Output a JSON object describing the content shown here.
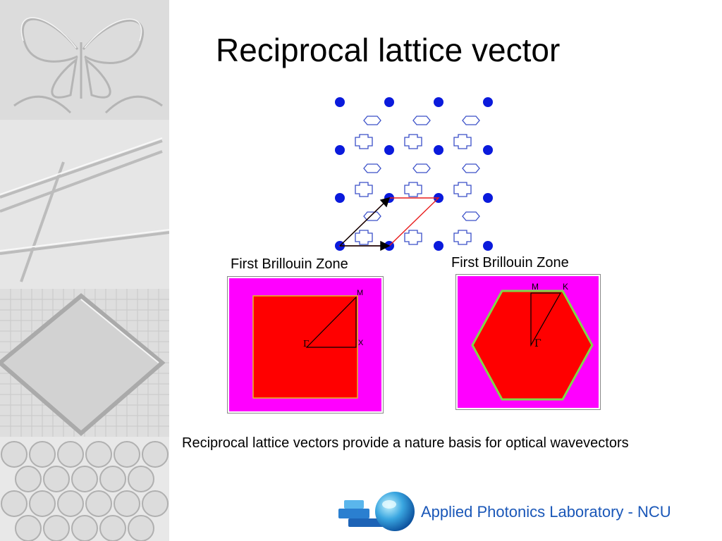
{
  "slide": {
    "title": "Reciprocal lattice vector",
    "body": "Reciprocal lattice vectors provide a nature basis for optical wavevectors",
    "footer": "Applied Photonics Laboratory - NCU"
  },
  "square_zone": {
    "caption": "First Brillouin Zone",
    "labels": {
      "gamma": "Γ",
      "m": "M",
      "x": "X"
    }
  },
  "hex_zone": {
    "caption": "First Brillouin Zone",
    "labels": {
      "gamma": "Γ",
      "m": "M",
      "k": "K"
    }
  },
  "colors": {
    "magenta": "#ff00ff",
    "red": "#ff0000",
    "lattice_blue": "#0a1adc",
    "footer_blue": "#1a57b8"
  },
  "icons": [
    "embossed-texture-sidebar",
    "lab-logo"
  ]
}
